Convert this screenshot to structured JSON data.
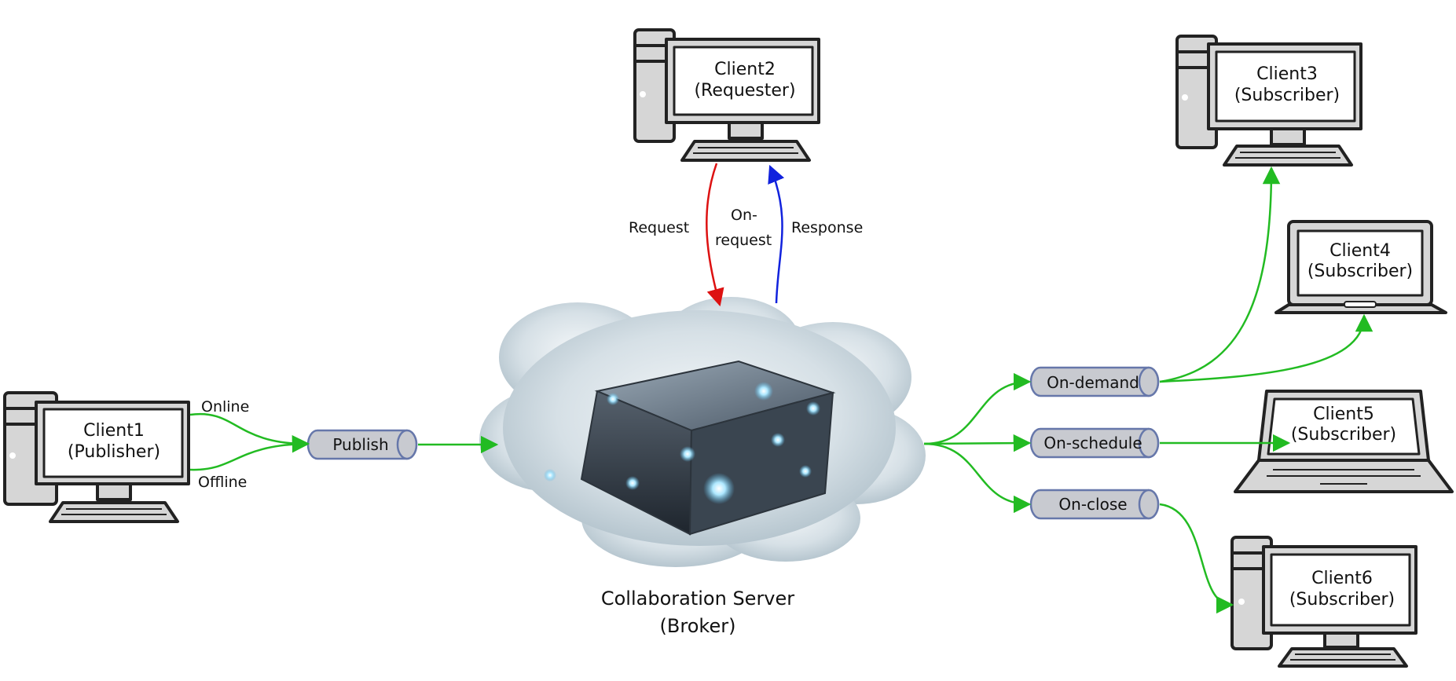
{
  "colors": {
    "flow": "#22bb22",
    "request": "#dd1111",
    "response": "#1122dd",
    "tube_fill": "#c8cad0",
    "tube_stroke": "#6677aa",
    "device_stroke": "#222222",
    "device_fill": "#d6d6d6"
  },
  "clients": {
    "c1": {
      "name": "Client1",
      "role": "(Publisher)"
    },
    "c2": {
      "name": "Client2",
      "role": "(Requester)"
    },
    "c3": {
      "name": "Client3",
      "role": "(Subscriber)"
    },
    "c4": {
      "name": "Client4",
      "role": "(Subscriber)"
    },
    "c5": {
      "name": "Client5",
      "role": "(Subscriber)"
    },
    "c6": {
      "name": "Client6",
      "role": "(Subscriber)"
    }
  },
  "edges": {
    "online": "Online",
    "offline": "Offline",
    "request": "Request",
    "on_request_1": "On-",
    "on_request_2": "request",
    "response": "Response"
  },
  "tubes": {
    "publish": "Publish",
    "on_demand": "On-demand",
    "on_schedule": "On-schedule",
    "on_close": "On-close"
  },
  "server": {
    "title": "Collaboration Server",
    "subtitle": "(Broker)",
    "icon": "cloud-server-icon"
  }
}
